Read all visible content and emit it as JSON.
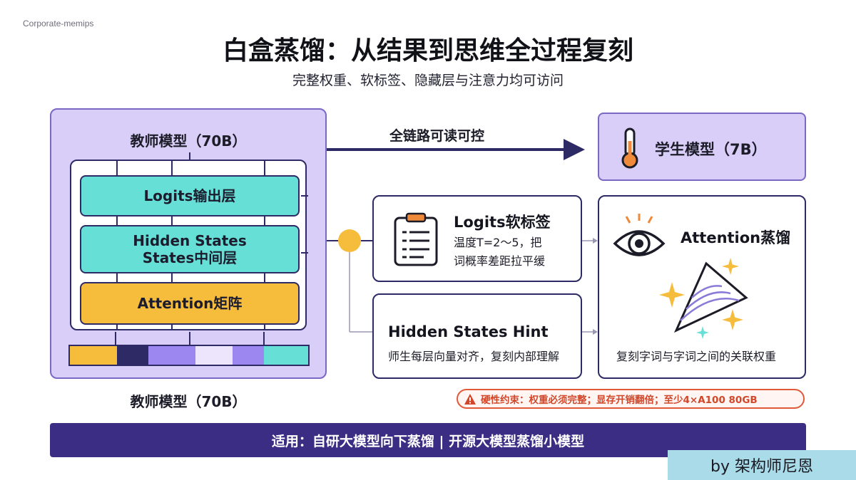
{
  "watermark": "Corporate-memips",
  "title": "白盒蒸馏：从结果到思维全过程复刻",
  "subtitle": "完整权重、软标签、隐藏层与注意力均可访问",
  "teacher": {
    "title": "教师模型（70B）",
    "layers": {
      "logits": "Logits输出层",
      "hidden": "Hidden States\nStates中间层",
      "attention": "Attention矩阵"
    },
    "caption": "教师模型（70B）",
    "colorbar": [
      "#f6bd3c",
      "#2e2a66",
      "#9b87ef",
      "#ece5fb",
      "#9b87ef",
      "#66e0d6"
    ]
  },
  "arrow_label": "全链路可读可控",
  "student": {
    "icon": "thermometer-icon",
    "label": "学生模型（7B）"
  },
  "logits_card": {
    "icon": "clipboard-icon",
    "title": "Logits软标签",
    "text": "温度T=2～5，把\n词概率差距拉平缓"
  },
  "hidden_card": {
    "title": "Hidden States Hint",
    "text": "师生每层向量对齐，复刻内部理解"
  },
  "attention_card": {
    "icon": "eye-icon",
    "title": "Attention蒸馏",
    "text": "复刻字词与字词之间的关联权重"
  },
  "constraint": {
    "icon": "warning-icon",
    "text": "硬性约束：权重必须完整；显存开销翻倍；至少4×A100 80GB"
  },
  "footer": "适用：自研大模型向下蒸馏 | 开源大模型蒸馏小模型",
  "byline": "by 架构师尼恩",
  "colors": {
    "purple_light": "#d9cef7",
    "navy": "#2e2a66",
    "cyan": "#66e0d6",
    "amber": "#f6bd3c",
    "footer": "#3a2d83",
    "warning": "#d2472a"
  }
}
